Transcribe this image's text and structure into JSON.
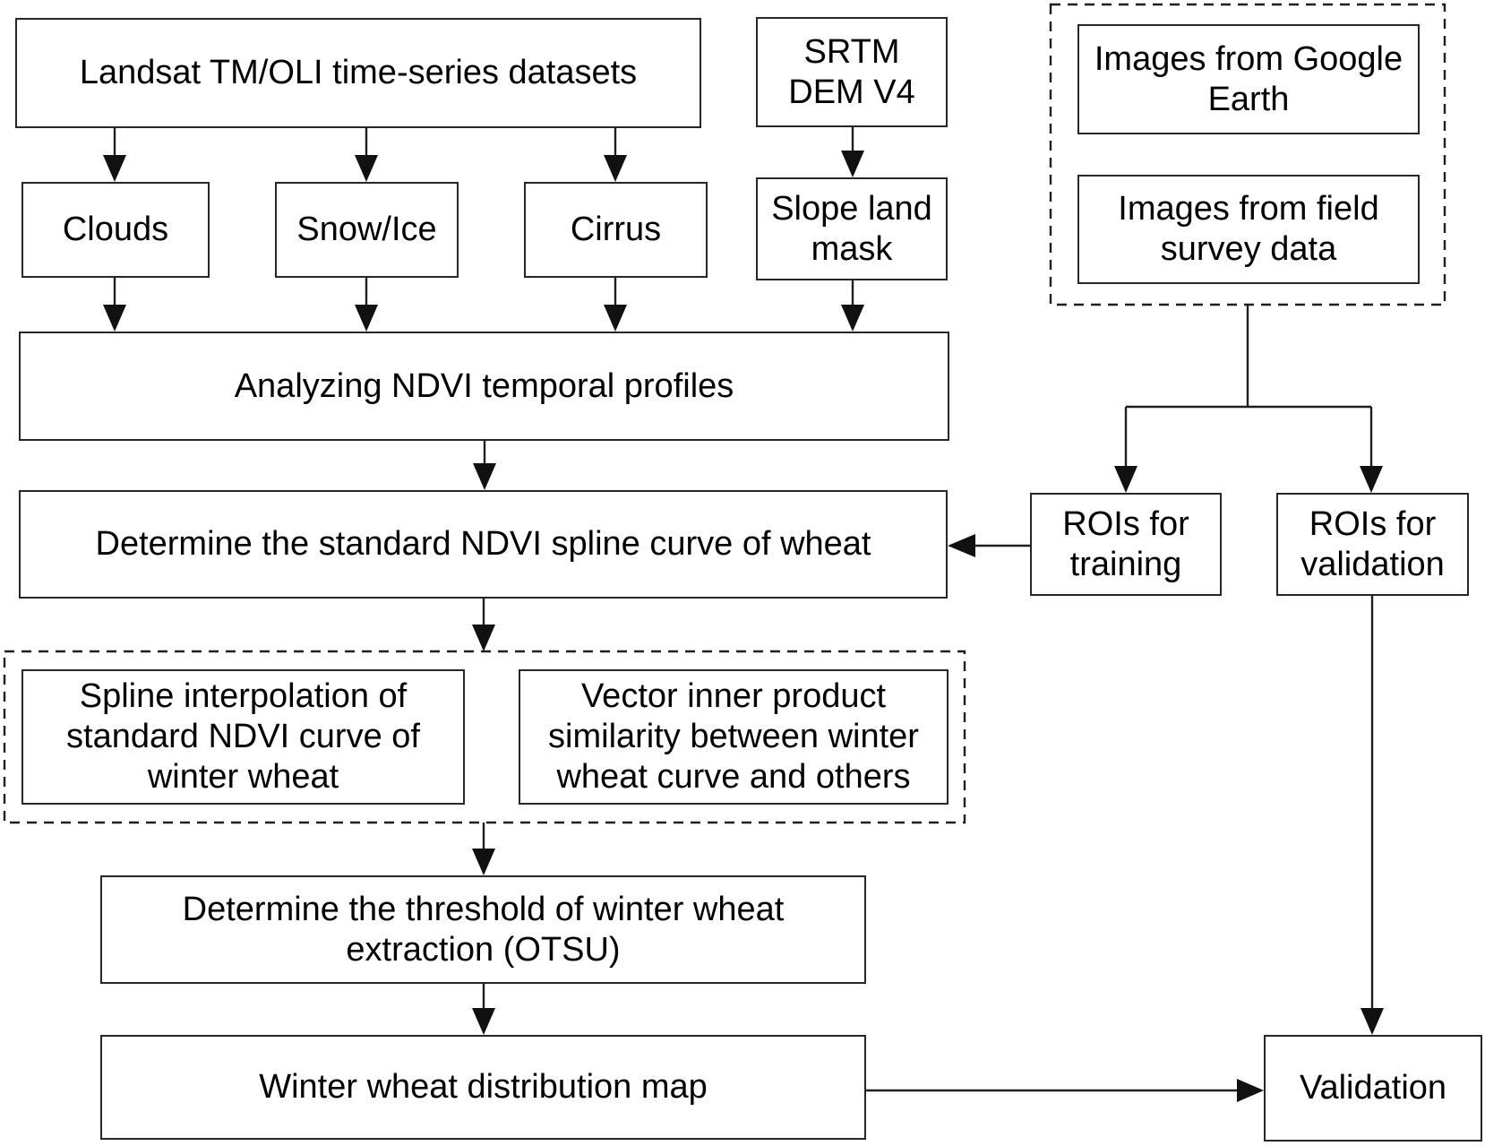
{
  "diagram": {
    "type": "flowchart",
    "colors": {
      "background": "#ffffff",
      "line": "#1f1f1f",
      "box_border": "#262626",
      "text": "#000000"
    },
    "nodes": {
      "landsat": {
        "label": "Landsat TM/OLI time-series datasets"
      },
      "srtm": {
        "label": "SRTM\nDEM V4"
      },
      "clouds": {
        "label": "Clouds"
      },
      "snow_ice": {
        "label": "Snow/Ice"
      },
      "cirrus": {
        "label": "Cirrus"
      },
      "slope_mask": {
        "label": "Slope land\nmask"
      },
      "google_earth": {
        "label": "Images from Google\nEarth"
      },
      "field_survey": {
        "label": "Images from field\nsurvey data"
      },
      "analyzing": {
        "label": "Analyzing NDVI temporal profiles"
      },
      "determine_spline": {
        "label": "Determine the standard NDVI spline curve of wheat"
      },
      "rois_training": {
        "label": "ROIs for\ntraining"
      },
      "rois_validation": {
        "label": "ROIs for\nvalidation"
      },
      "spline_interp": {
        "label": "Spline interpolation of\nstandard NDVI curve of\nwinter wheat"
      },
      "vector_inner": {
        "label": "Vector inner product\nsimilarity between winter\nwheat curve and others"
      },
      "otsu": {
        "label": "Determine the threshold of winter wheat\nextraction (OTSU)"
      },
      "wheat_map": {
        "label": "Winter wheat distribution map"
      },
      "validation": {
        "label": "Validation"
      }
    },
    "dashed_groups": [
      {
        "id": "reference-images-group",
        "contains": [
          "google_earth",
          "field_survey"
        ]
      },
      {
        "id": "similarity-group",
        "contains": [
          "spline_interp",
          "vector_inner"
        ]
      }
    ],
    "edges": [
      {
        "from": "landsat",
        "to": "clouds"
      },
      {
        "from": "landsat",
        "to": "snow_ice"
      },
      {
        "from": "landsat",
        "to": "cirrus"
      },
      {
        "from": "srtm",
        "to": "slope_mask"
      },
      {
        "from": "clouds",
        "to": "analyzing"
      },
      {
        "from": "snow_ice",
        "to": "analyzing"
      },
      {
        "from": "cirrus",
        "to": "analyzing"
      },
      {
        "from": "slope_mask",
        "to": "analyzing"
      },
      {
        "from": "analyzing",
        "to": "determine_spline"
      },
      {
        "from": "reference-images-group",
        "to": "rois_training"
      },
      {
        "from": "reference-images-group",
        "to": "rois_validation"
      },
      {
        "from": "rois_training",
        "to": "determine_spline"
      },
      {
        "from": "determine_spline",
        "to": "similarity-group"
      },
      {
        "from": "similarity-group",
        "to": "otsu"
      },
      {
        "from": "otsu",
        "to": "wheat_map"
      },
      {
        "from": "wheat_map",
        "to": "validation"
      },
      {
        "from": "rois_validation",
        "to": "validation"
      }
    ]
  }
}
